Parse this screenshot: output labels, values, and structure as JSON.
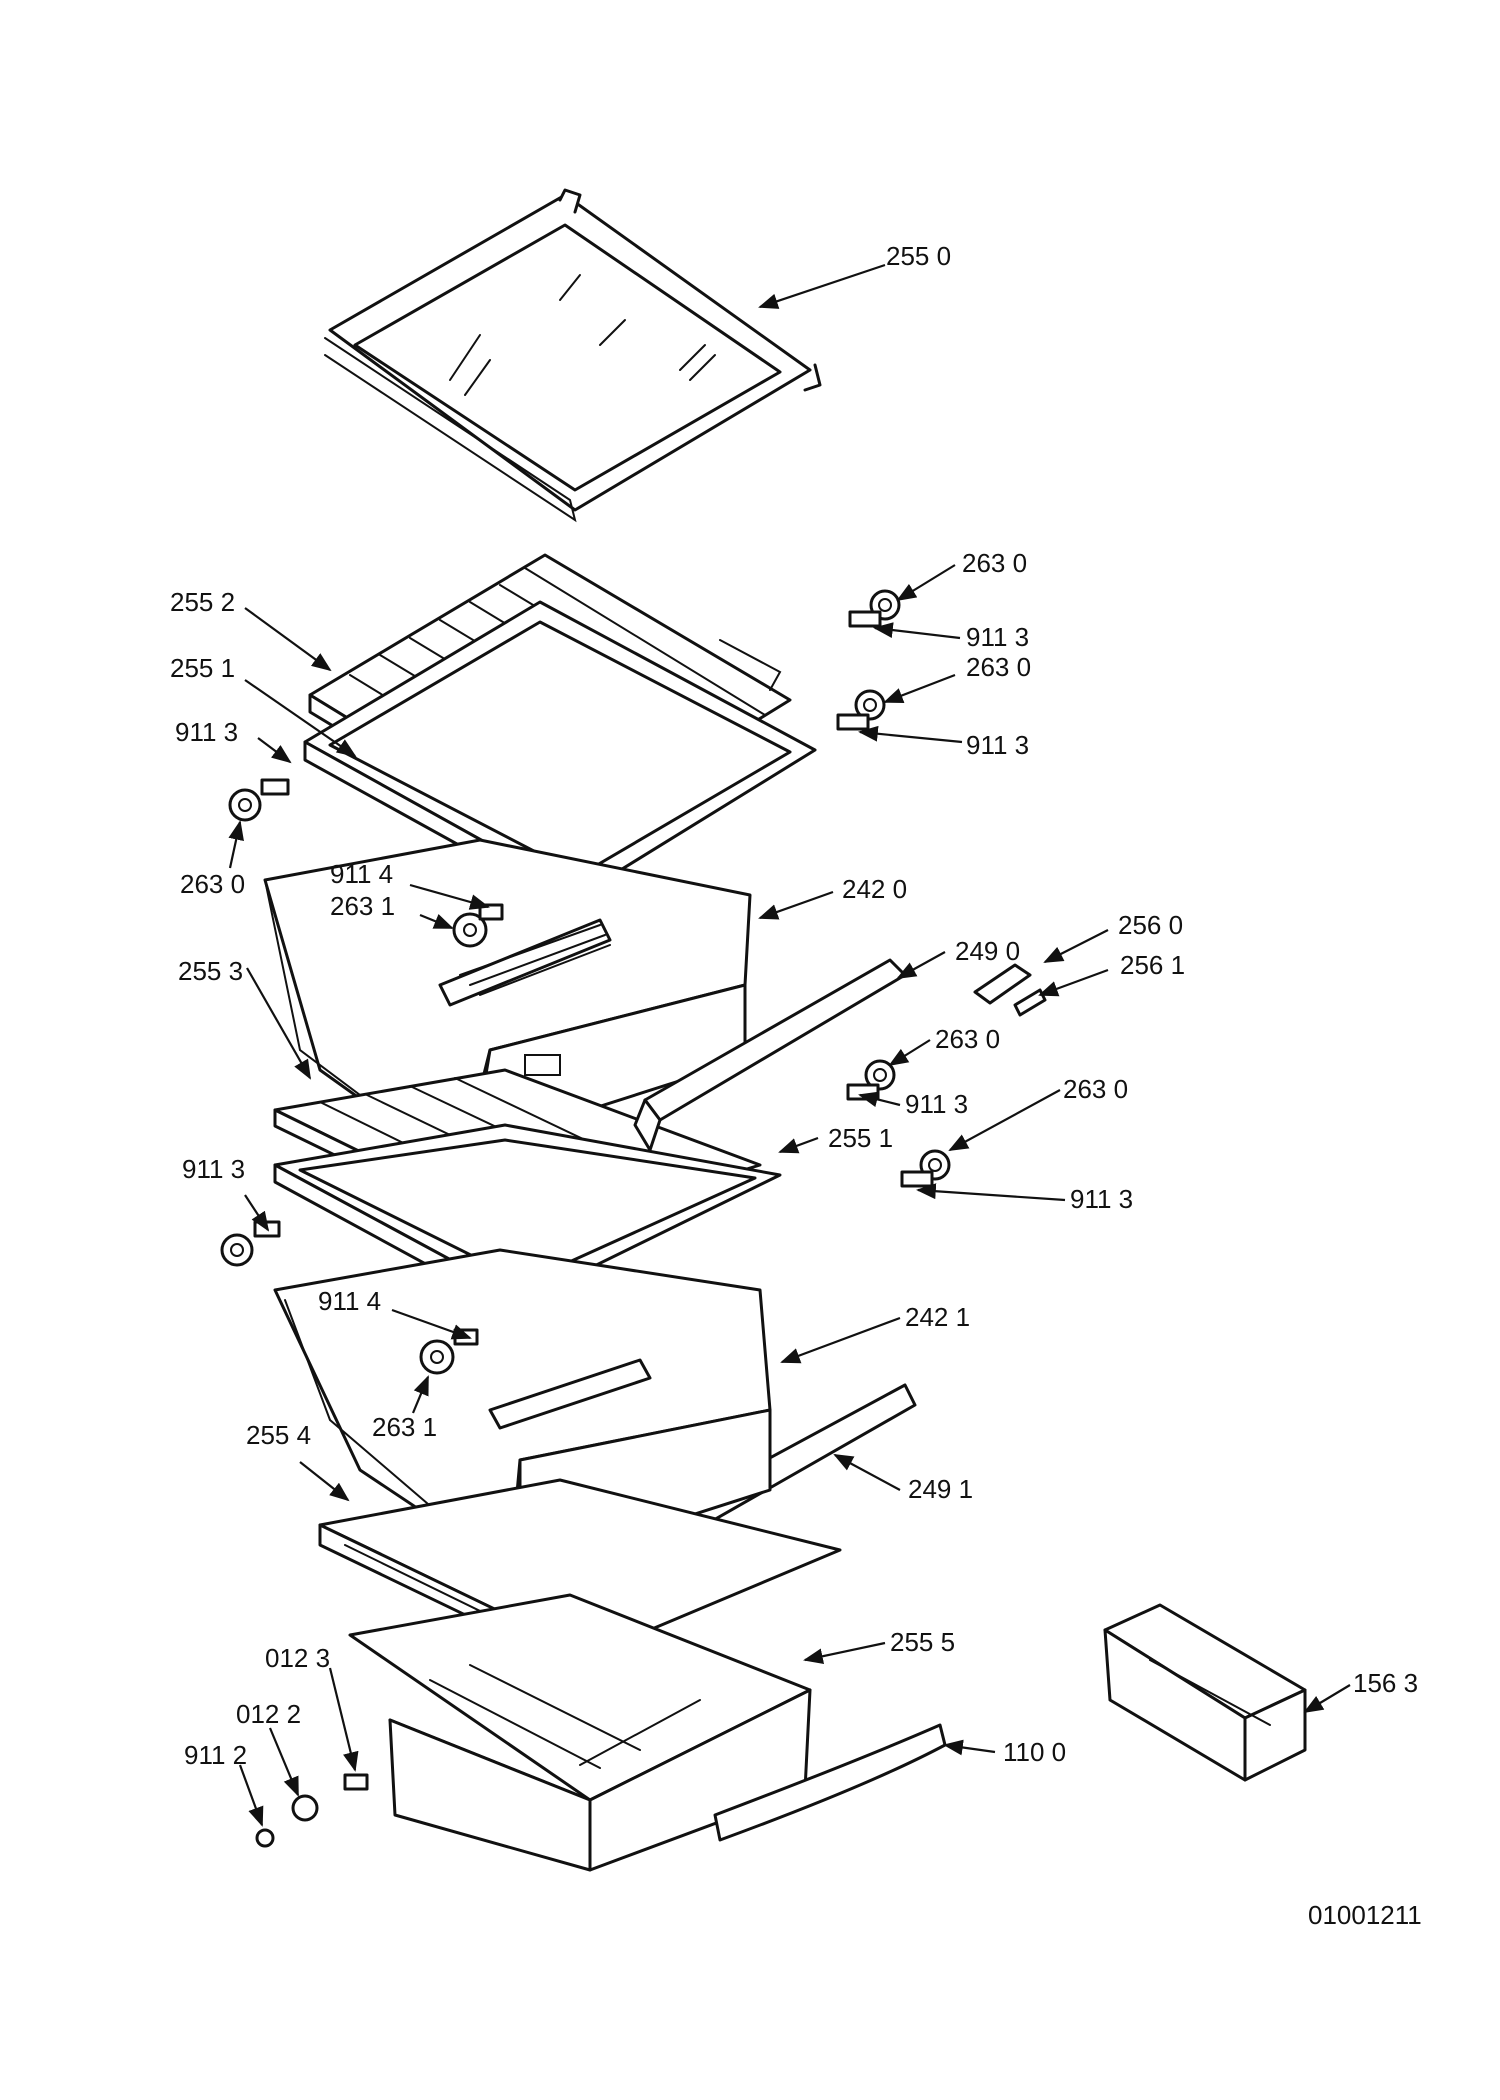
{
  "labels": {
    "l01": "255 0",
    "l02": "263 0",
    "l03": "255 2",
    "l04": "911 3",
    "l05": "255 1",
    "l06": "263 0",
    "l07": "911 3",
    "l08": "911 3",
    "l09": "263 0",
    "l10": "911 4",
    "l11": "242 0",
    "l12": "263 1",
    "l13": "256 0",
    "l14": "249 0",
    "l15": "255 3",
    "l16": "256 1",
    "l17": "263 0",
    "l18": "911 3",
    "l19": "263 0",
    "l20": "255 1",
    "l21": "911 3",
    "l22": "911 3",
    "l23": "911 4",
    "l24": "242 1",
    "l25": "263 1",
    "l26": "255 4",
    "l27": "249 1",
    "l28": "255 5",
    "l29": "012 3",
    "l30": "156 3",
    "l31": "012 2",
    "l32": "110 0",
    "l33": "911 2"
  },
  "document_number": "01001211"
}
